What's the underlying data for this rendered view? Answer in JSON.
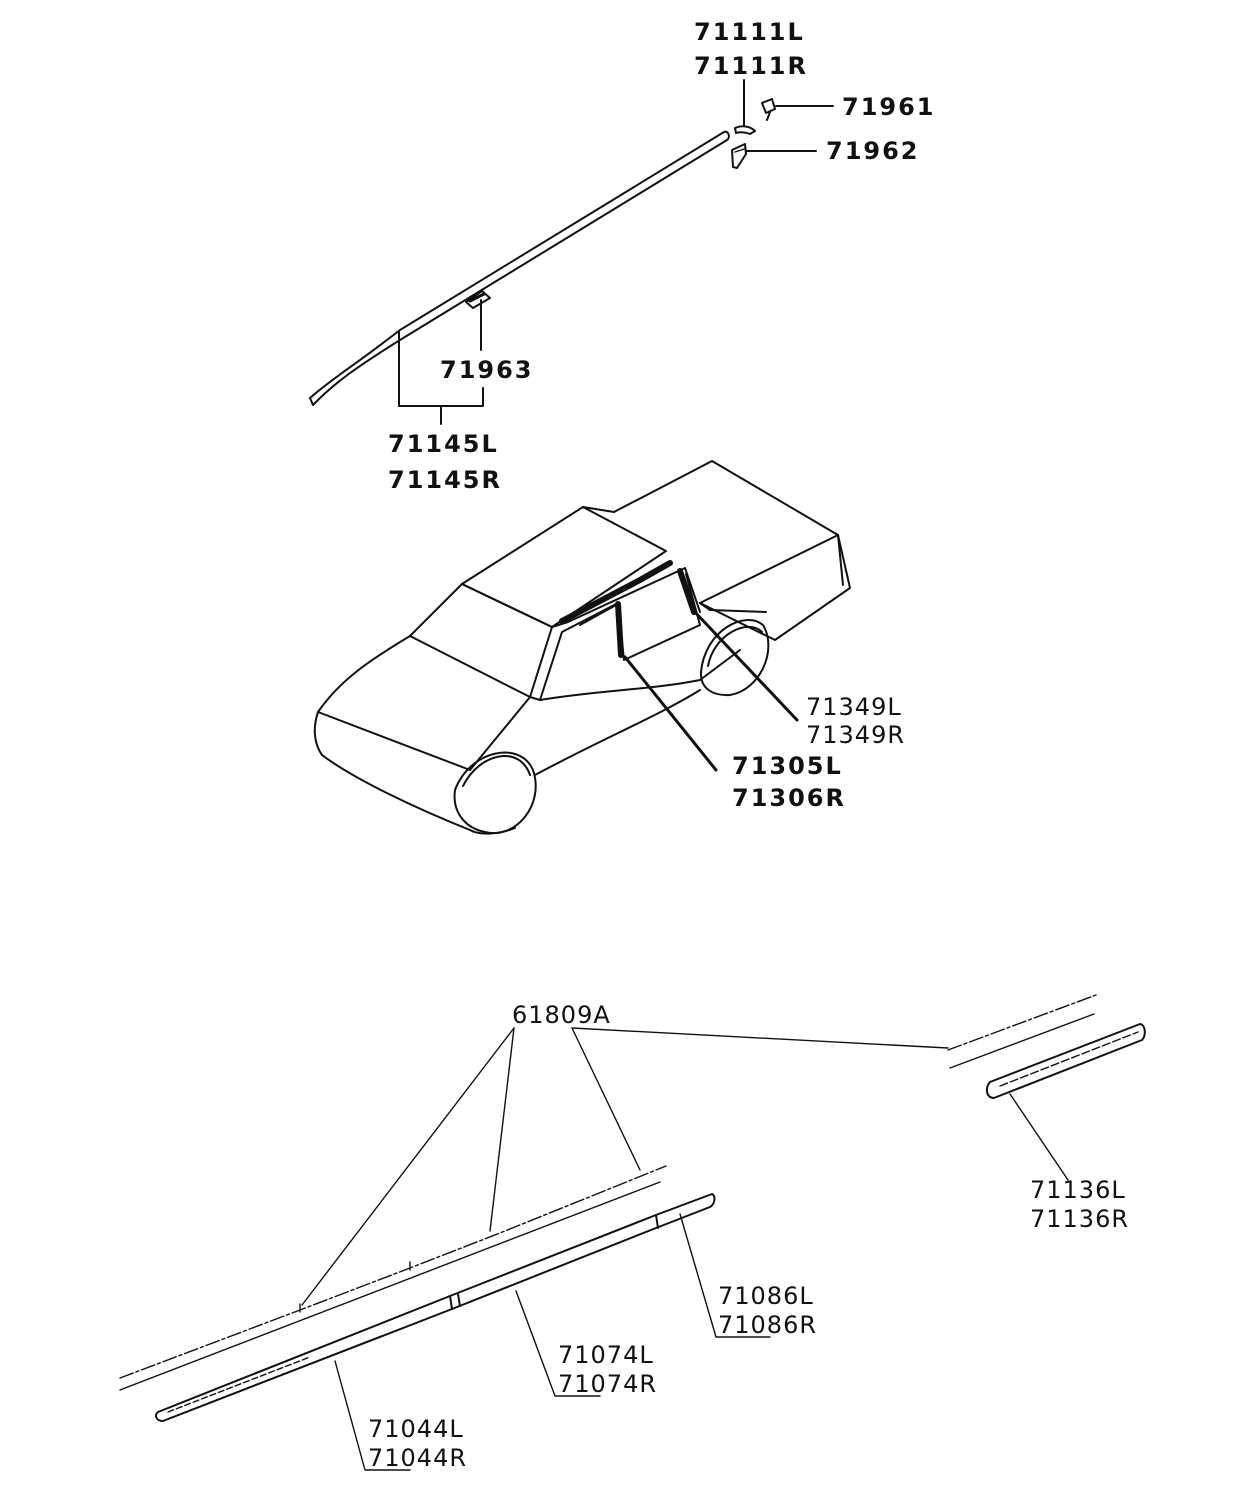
{
  "diagram": {
    "labels": {
      "p71111l": "71111L",
      "p71111r": "71111R",
      "p71961": "71961",
      "p71962": "71962",
      "p71963": "71963",
      "p71145l": "71145L",
      "p71145r": "71145R",
      "p71349l": "71349L",
      "p71349r": "71349R",
      "p71305l": "71305L",
      "p71306r": "71306R",
      "p61809a": "61809A",
      "p71136l": "71136L",
      "p71136r": "71136R",
      "p71086l": "71086L",
      "p71086r": "71086R",
      "p71074l": "71074L",
      "p71074r": "71074R",
      "p71044l": "71044L",
      "p71044r": "71044R"
    }
  }
}
